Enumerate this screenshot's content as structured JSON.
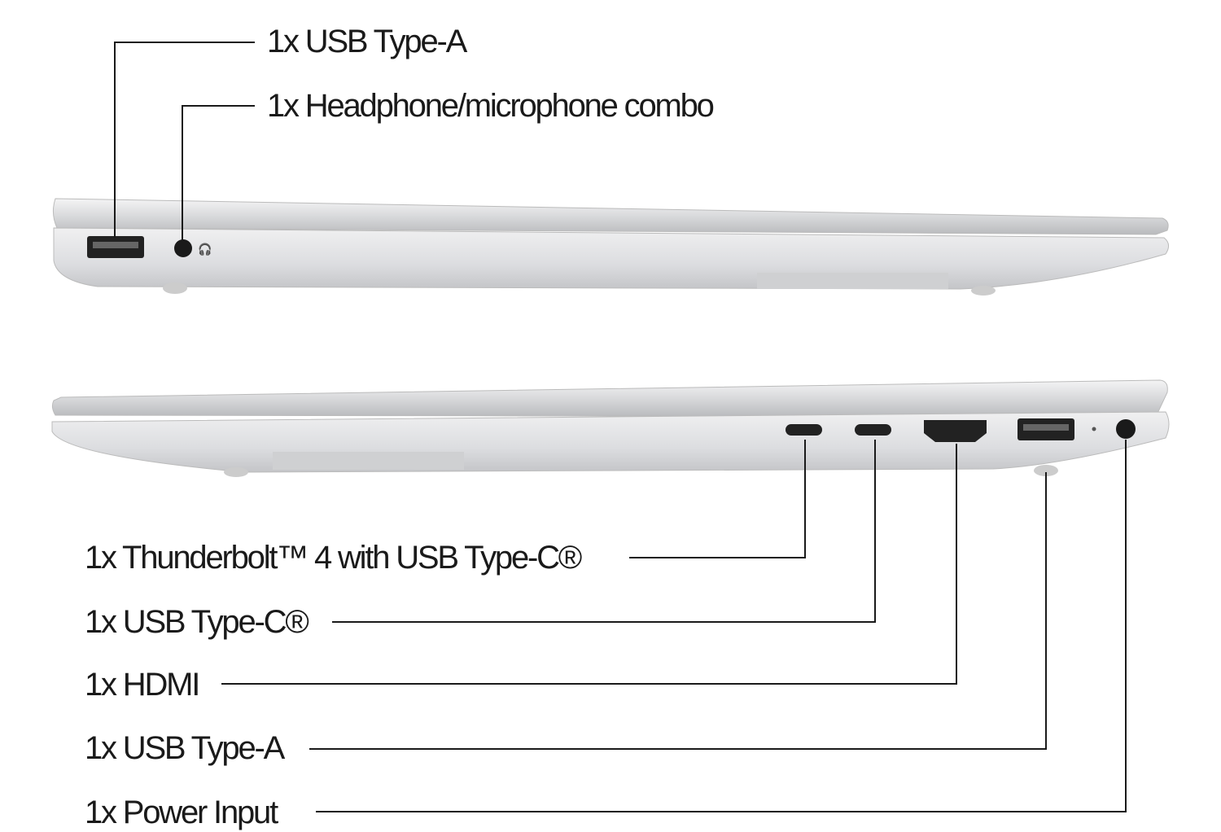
{
  "left_side": {
    "labels": [
      "1x USB Type-A",
      "1x Headphone/microphone combo"
    ]
  },
  "right_side": {
    "labels": [
      "1x Thunderbolt™ 4 with USB Type-C®",
      "1x USB Type-C®",
      "1x HDMI",
      "1x USB Type-A",
      "1x Power Input"
    ]
  },
  "colors": {
    "line": "#1a1a1a",
    "chassis": "#d9dadc",
    "port": "#222222"
  }
}
